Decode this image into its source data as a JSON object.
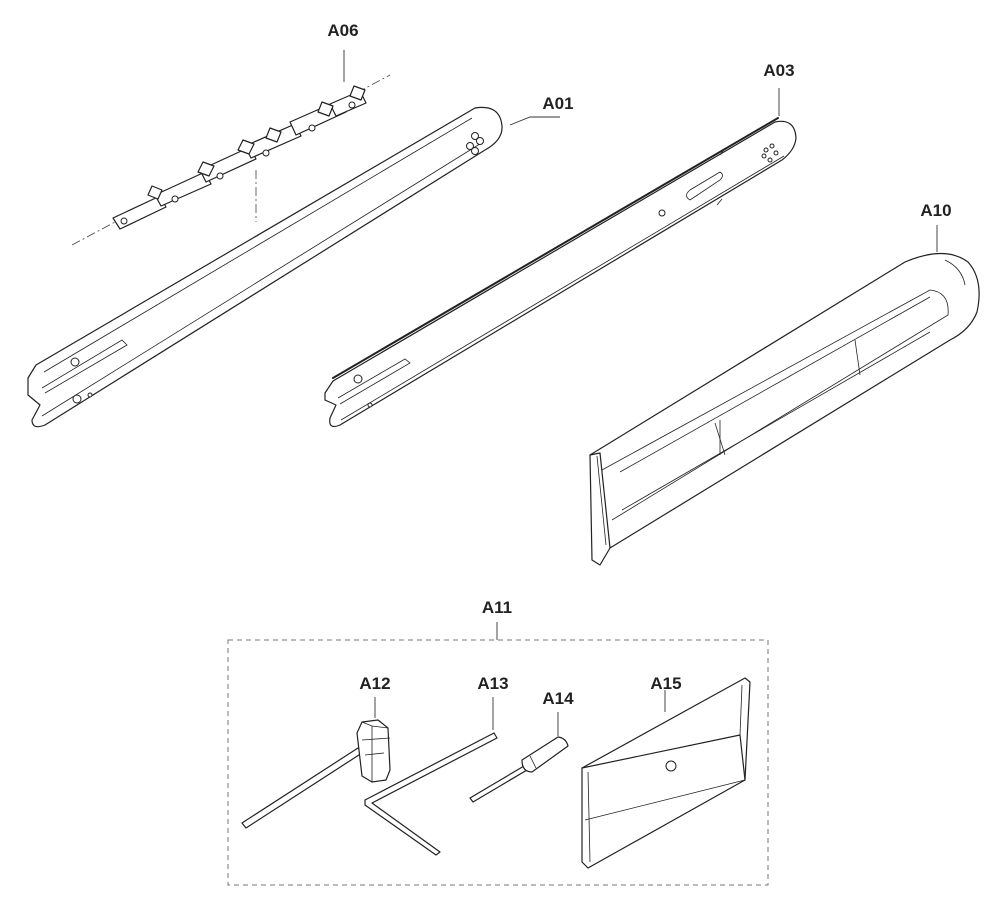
{
  "parts": [
    {
      "id": "a06",
      "label": "A06",
      "name": "chain"
    },
    {
      "id": "a01",
      "label": "A01",
      "name": "guide-bar"
    },
    {
      "id": "a03",
      "label": "A03",
      "name": "guide-bar"
    },
    {
      "id": "a10",
      "label": "A10",
      "name": "bar-cover"
    },
    {
      "id": "a11",
      "label": "A11",
      "name": "tool-kit"
    },
    {
      "id": "a12",
      "label": "A12",
      "name": "spark-plug-wrench"
    },
    {
      "id": "a13",
      "label": "A13",
      "name": "hex-key"
    },
    {
      "id": "a14",
      "label": "A14",
      "name": "screwdriver"
    },
    {
      "id": "a15",
      "label": "A15",
      "name": "manual-pouch"
    }
  ],
  "colors": {
    "line": "#222222",
    "kit_box": "#777777",
    "background": "#ffffff"
  }
}
